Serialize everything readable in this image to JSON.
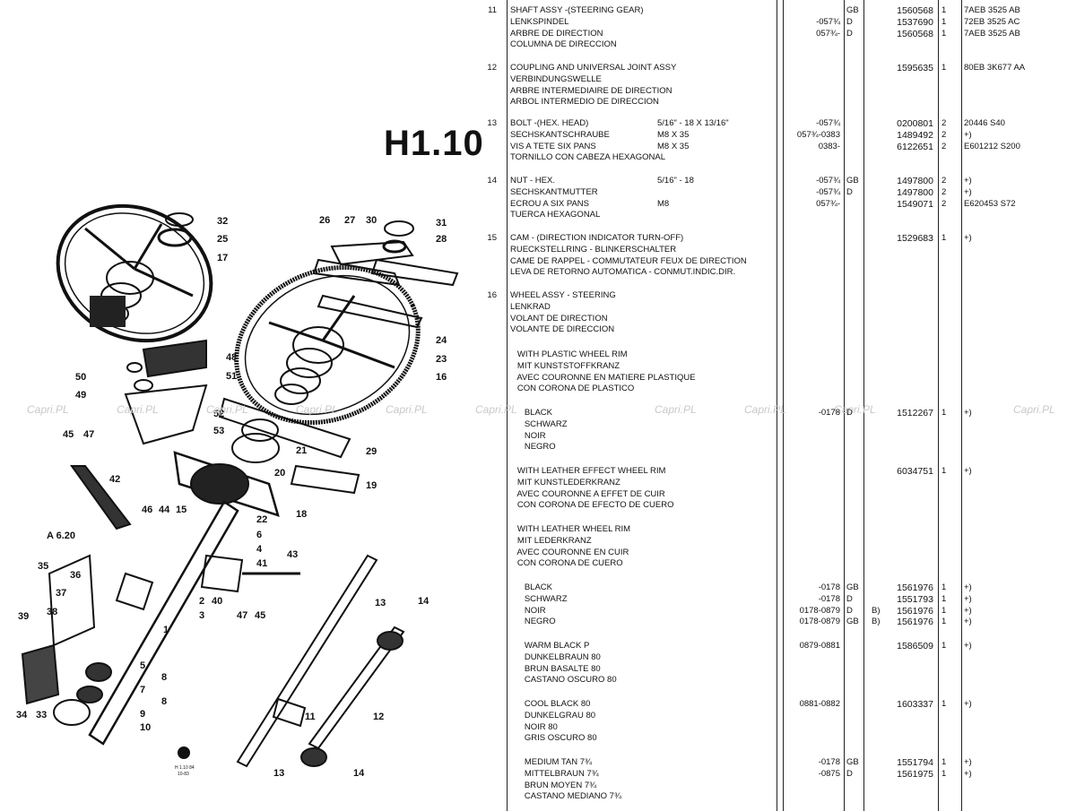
{
  "page_code": "H1.10",
  "watermark": "Capri.PL",
  "diagram": {
    "callouts": [
      "32",
      "25",
      "17",
      "26",
      "27",
      "30",
      "31",
      "28",
      "24",
      "23",
      "16",
      "48",
      "51",
      "50",
      "49",
      "52",
      "53",
      "45",
      "47",
      "42",
      "21",
      "29",
      "20",
      "19",
      "46",
      "44",
      "15",
      "22",
      "18",
      "6",
      "4",
      "43",
      "41",
      "A 6.20",
      "35",
      "36",
      "37",
      "2",
      "40",
      "47",
      "45",
      "3",
      "39",
      "38",
      "1",
      "34",
      "33",
      "5",
      "8",
      "7",
      "8",
      "9",
      "10",
      "11",
      "12",
      "13",
      "14",
      "13",
      "14"
    ],
    "ref_code": [
      "H 1.10 84",
      "10-83"
    ]
  },
  "rows": [
    {
      "num": "11",
      "lines": [
        "SHAFT ASSY -(STEERING GEAR)",
        "LENKSPINDEL",
        "ARBRE DE DIRECTION",
        "COLUMNA DE DIRECCION"
      ],
      "spec": [],
      "dates": [
        "",
        "-057¾",
        "057¾-",
        ""
      ],
      "cty": [
        "GB",
        "D",
        "D",
        ""
      ],
      "pn": [
        "1560568",
        "1537690",
        "1560568",
        ""
      ],
      "qty": [
        "1",
        "1",
        "1",
        ""
      ],
      "rm": [
        "7AEB 3525 AB",
        "72EB 3525 AC",
        "7AEB 3525 AB",
        ""
      ]
    },
    {
      "num": "12",
      "lines": [
        "COUPLING AND UNIVERSAL JOINT ASSY",
        "VERBINDUNGSWELLE",
        "ARBRE INTERMEDIAIRE DE DIRECTION",
        "ARBOL INTERMEDIO DE DIRECCION"
      ],
      "spec": [],
      "dates": [],
      "cty": [],
      "pn": [
        "1595635"
      ],
      "qty": [
        "1"
      ],
      "rm": [
        "80EB 3K677 AA"
      ]
    },
    {
      "num": "13",
      "lines": [
        "BOLT -(HEX. HEAD)",
        "SECHSKANTSCHRAUBE",
        "VIS A TETE SIX PANS",
        "TORNILLO CON CABEZA HEXAGONAL"
      ],
      "spec": [
        "5/16\" - 18 X 13/16\"",
        "M8 X 35",
        "M8 X 35",
        ""
      ],
      "dates": [
        "-057¾",
        "057¾-0383",
        "0383-",
        ""
      ],
      "cty": [],
      "pn": [
        "0200801",
        "1489492",
        "6122651",
        ""
      ],
      "qty": [
        "2",
        "2",
        "2",
        ""
      ],
      "rm": [
        "20446 S40",
        "+)",
        "E601212 S200",
        ""
      ]
    },
    {
      "num": "14",
      "lines": [
        "NUT - HEX.",
        "SECHSKANTMUTTER",
        "ECROU A SIX PANS",
        "TUERCA HEXAGONAL"
      ],
      "spec": [
        "5/16\" - 18",
        "",
        "M8",
        ""
      ],
      "dates": [
        "-057¾",
        "-057¾",
        "057¾-",
        ""
      ],
      "cty": [
        "GB",
        "D",
        "",
        ""
      ],
      "pn": [
        "1497800",
        "1497800",
        "1549071",
        ""
      ],
      "qty": [
        "2",
        "2",
        "2",
        ""
      ],
      "rm": [
        "+)",
        "+)",
        "E620453 S72",
        ""
      ]
    },
    {
      "num": "15",
      "lines": [
        "CAM - (DIRECTION INDICATOR TURN-OFF)",
        "RUECKSTELLRING - BLINKERSCHALTER",
        "CAME DE RAPPEL - COMMUTATEUR FEUX DE DIRECTION",
        "LEVA DE RETORNO AUTOMATICA - CONMUT.INDIC.DIR."
      ],
      "spec": [],
      "dates": [],
      "cty": [],
      "pn": [
        "1529683"
      ],
      "qty": [
        "1"
      ],
      "rm": [
        "+)"
      ]
    },
    {
      "num": "16",
      "lines": [
        "WHEEL ASSY - STEERING",
        "LENKRAD",
        "VOLANT DE DIRECTION",
        "VOLANTE DE DIRECCION"
      ],
      "spec": [],
      "dates": [],
      "cty": [],
      "pn": [],
      "qty": [],
      "rm": []
    },
    {
      "num": "",
      "lines": [
        "   WITH PLASTIC WHEEL RIM",
        "   MIT KUNSTSTOFFKRANZ",
        "   AVEC COURONNE EN MATIERE PLASTIQUE",
        "   CON CORONA DE PLASTICO"
      ],
      "spec": [],
      "dates": [],
      "cty": [],
      "pn": [],
      "qty": [],
      "rm": []
    },
    {
      "num": "",
      "lines": [
        "      BLACK",
        "      SCHWARZ",
        "      NOIR",
        "      NEGRO"
      ],
      "spec": [],
      "dates": [
        "-0178"
      ],
      "cty": [
        "D"
      ],
      "pn": [
        "1512267"
      ],
      "qty": [
        "1"
      ],
      "rm": [
        "+)"
      ]
    },
    {
      "num": "",
      "lines": [
        "   WITH LEATHER EFFECT WHEEL RIM",
        "   MIT KUNSTLEDERKRANZ",
        "   AVEC COURONNE A EFFET DE CUIR",
        "   CON CORONA DE EFECTO DE CUERO"
      ],
      "spec": [],
      "dates": [],
      "cty": [],
      "pn": [
        "6034751"
      ],
      "qty": [
        "1"
      ],
      "rm": [
        "+)"
      ]
    },
    {
      "num": "",
      "lines": [
        "   WITH LEATHER WHEEL RIM",
        "   MIT LEDERKRANZ",
        "   AVEC COURONNE EN CUIR",
        "   CON CORONA DE CUERO"
      ],
      "spec": [],
      "dates": [],
      "cty": [],
      "pn": [],
      "qty": [],
      "rm": []
    },
    {
      "num": "",
      "lines": [
        "      BLACK",
        "      SCHWARZ",
        "      NOIR",
        "      NEGRO"
      ],
      "spec": [],
      "dates": [
        "-0178",
        "-0178",
        "0178-0879",
        "0178-0879"
      ],
      "cty": [
        "GB",
        "D",
        "D",
        "GB"
      ],
      "note": [
        "",
        "",
        "B)",
        "B)"
      ],
      "pn": [
        "1561976",
        "1551793",
        "1561976",
        "1561976"
      ],
      "qty": [
        "1",
        "1",
        "1",
        "1"
      ],
      "rm": [
        "+)",
        "+)",
        "+)",
        "+)"
      ]
    },
    {
      "num": "",
      "lines": [
        "      WARM BLACK P",
        "      DUNKELBRAUN 80",
        "      BRUN BASALTE 80",
        "      CASTANO OSCURO 80"
      ],
      "spec": [],
      "dates": [
        "0879-0881"
      ],
      "cty": [],
      "pn": [
        "1586509"
      ],
      "qty": [
        "1"
      ],
      "rm": [
        "+)"
      ]
    },
    {
      "num": "",
      "lines": [
        "      COOL BLACK 80",
        "      DUNKELGRAU 80",
        "      NOIR 80",
        "      GRIS OSCURO 80"
      ],
      "spec": [],
      "dates": [
        "0881-0882"
      ],
      "cty": [],
      "pn": [
        "1603337"
      ],
      "qty": [
        "1"
      ],
      "rm": [
        "+)"
      ]
    },
    {
      "num": "",
      "lines": [
        "      MEDIUM TAN 7¾",
        "      MITTELBRAUN 7¾",
        "      BRUN MOYEN 7¾",
        "      CASTANO MEDIANO 7¾"
      ],
      "spec": [],
      "dates": [
        "-0178",
        "-0875"
      ],
      "cty": [
        "GB",
        "D"
      ],
      "pn": [
        "1551794",
        "1561975"
      ],
      "qty": [
        "1",
        "1"
      ],
      "rm": [
        "+)",
        "+)"
      ]
    }
  ]
}
